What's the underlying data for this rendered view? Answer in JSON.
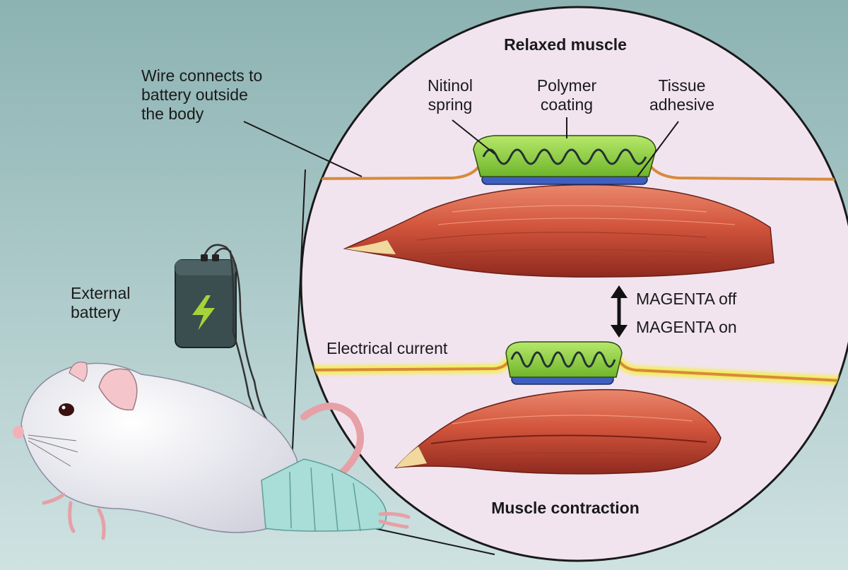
{
  "labels": {
    "wire": "Wire connects to\nbattery outside\nthe body",
    "battery": "External\nbattery",
    "relaxed": "Relaxed muscle",
    "nitinol": "Nitinol\nspring",
    "polymer": "Polymer\ncoating",
    "adhesive": "Tissue\nadhesive",
    "magenta_off": "MAGENTA off",
    "magenta_on": "MAGENTA on",
    "current": "Electrical current",
    "contraction": "Muscle contraction"
  },
  "colors": {
    "background_top": "#8db3b3",
    "background_bottom": "#c9dede",
    "circle_fill": "#f1e4ef",
    "polymer": "#8bd13c",
    "adhesive": "#3f5fc0",
    "muscle": "#d2553c",
    "wire": "#d88a3a",
    "current_glow": "#f4ee3a",
    "battery": "#3a4d4f",
    "bolt": "#a7d23a",
    "rat_body": "#eeeef4",
    "bandage": "#a9ddd8"
  }
}
